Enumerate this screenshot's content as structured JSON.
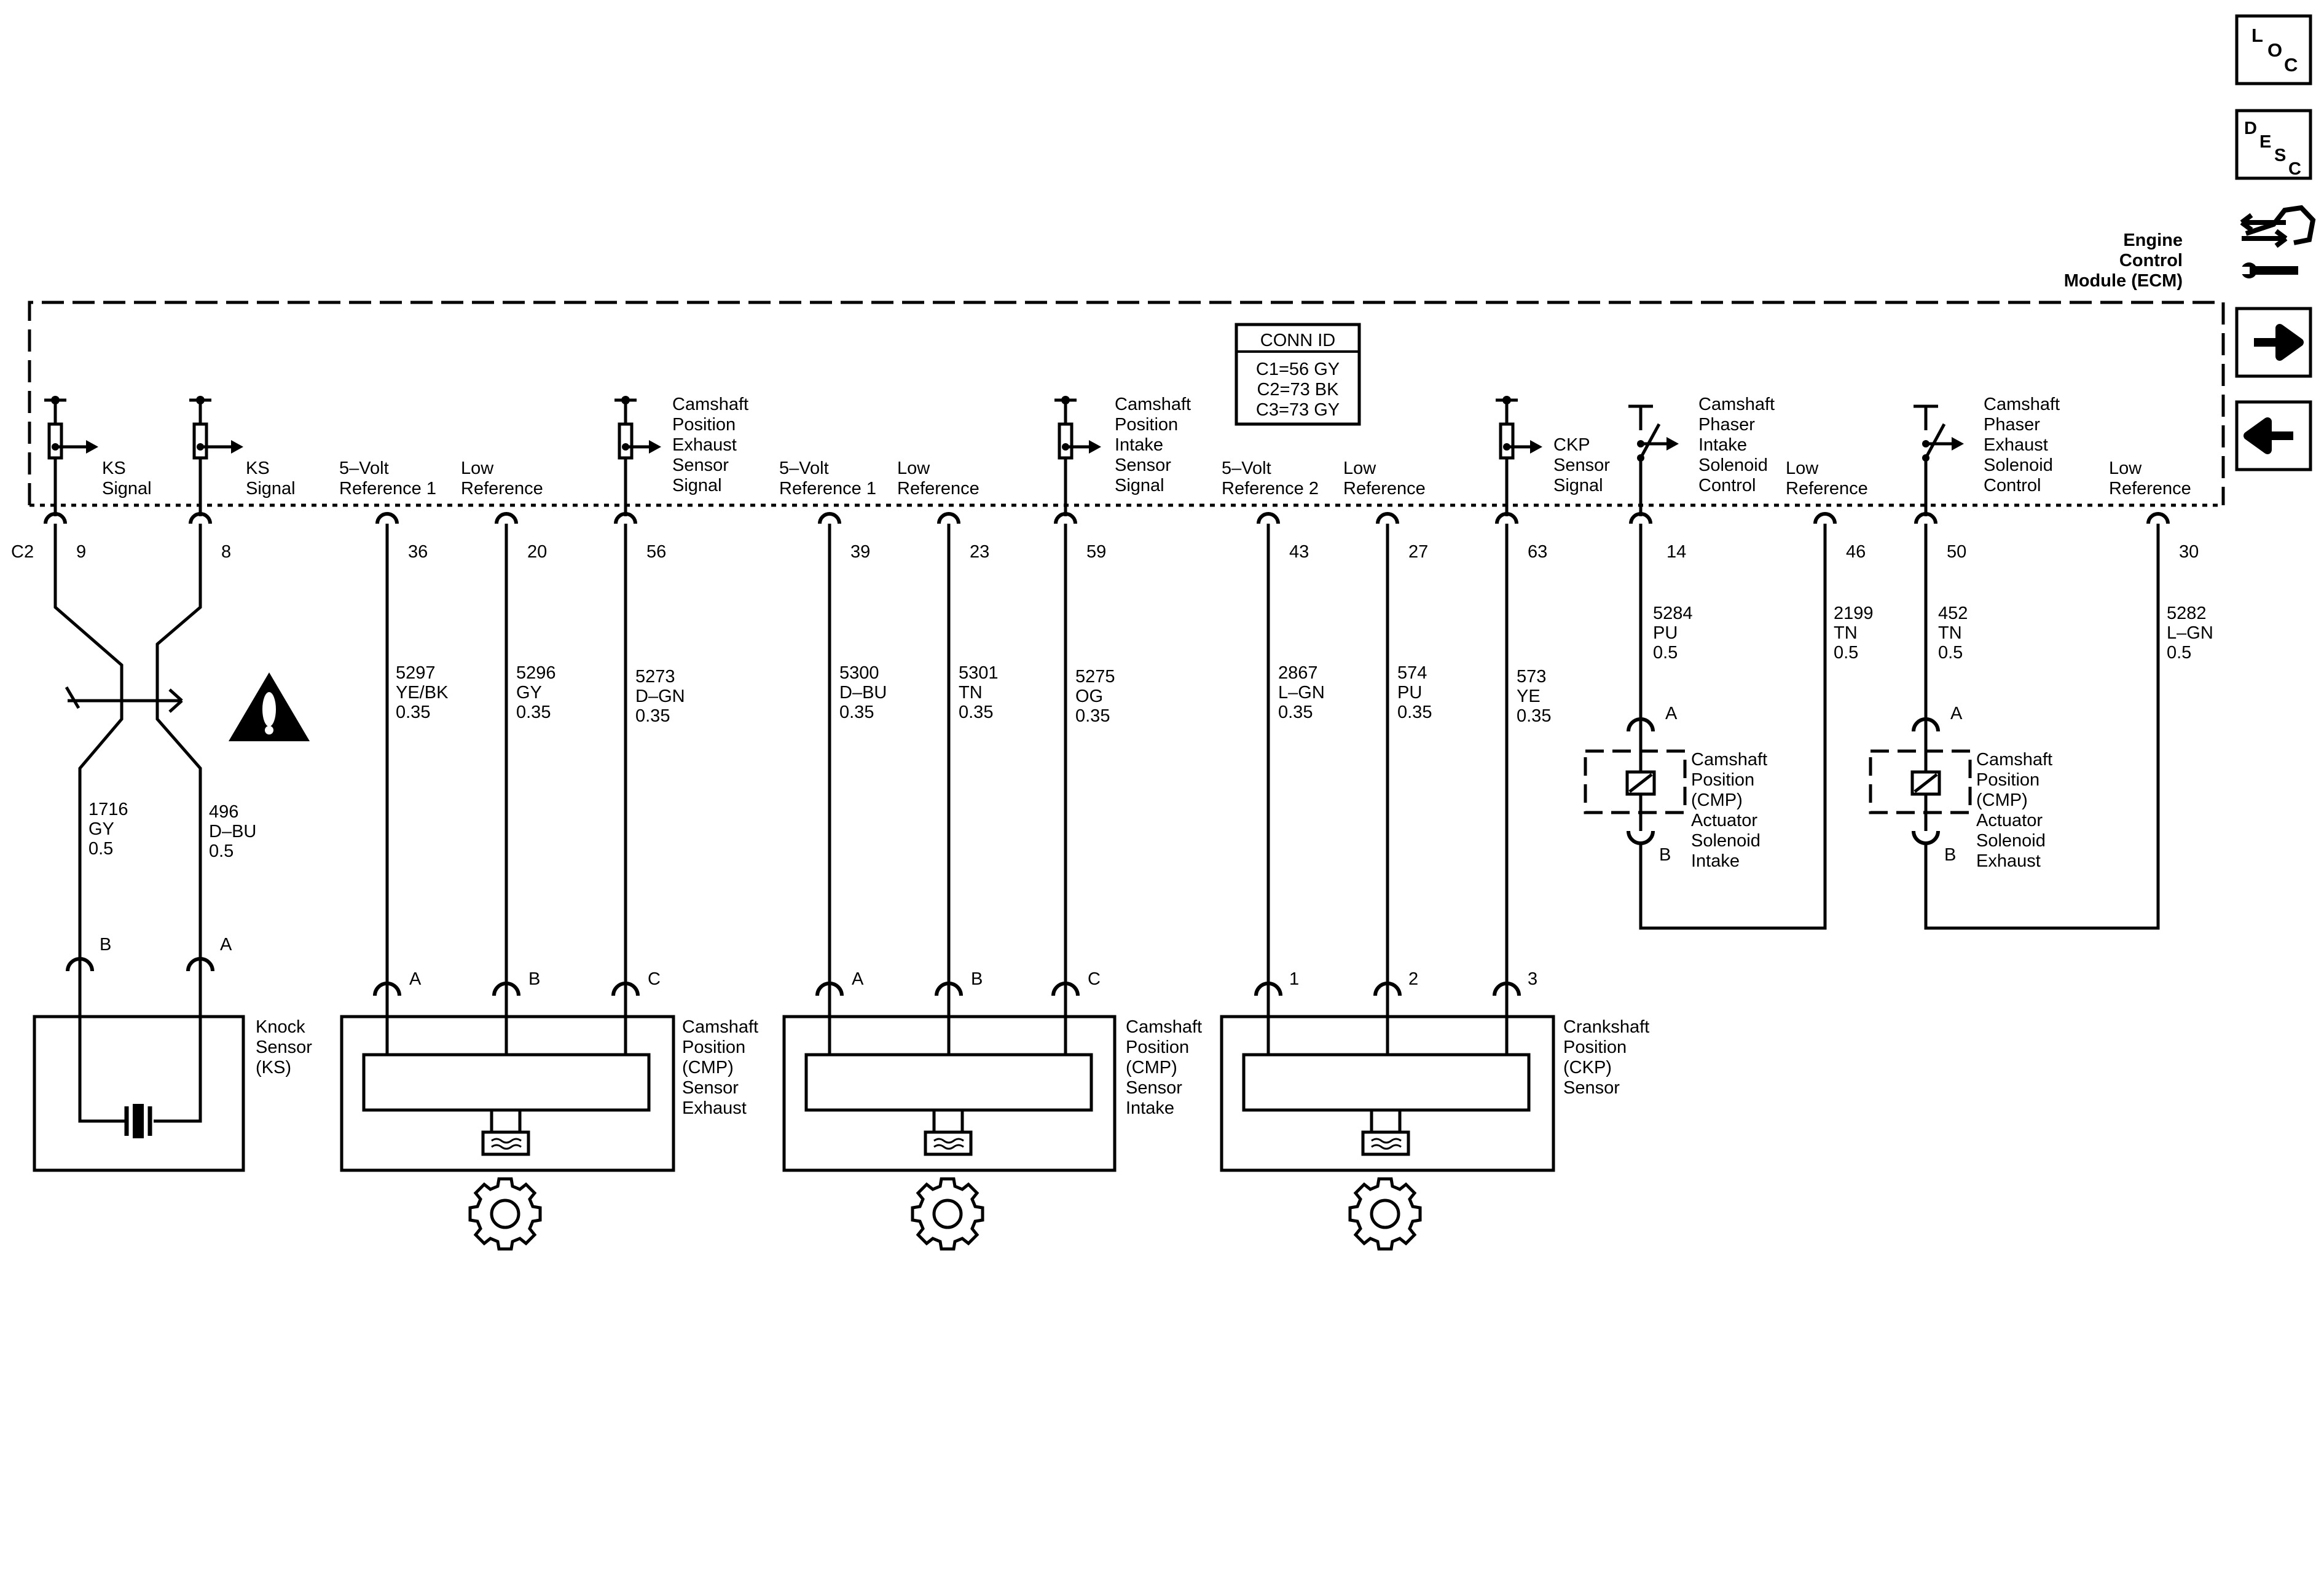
{
  "nav": {
    "loc": {
      "l": "L",
      "o": "O",
      "c": "C"
    },
    "desc": {
      "d": "D",
      "e": "E",
      "s": "S",
      "c": "C"
    }
  },
  "ecm": {
    "line1": "Engine",
    "line2": "Control",
    "line3": "Module (ECM)"
  },
  "conn_id": {
    "title": "CONN ID",
    "c1": "C1=56 GY",
    "c2": "C2=73 BK",
    "c3": "C3=73 GY"
  },
  "connector_label": "C2",
  "module_labels": {
    "ks_signal_a": [
      "KS",
      "Signal"
    ],
    "ks_signal_b": [
      "KS",
      "Signal"
    ],
    "ref1_a": [
      "5–Volt",
      "Reference 1"
    ],
    "low_ref_a": [
      "Low",
      "Reference"
    ],
    "cmp_exhaust_signal": [
      "Camshaft",
      "Position",
      "Exhaust",
      "Sensor",
      "Signal"
    ],
    "ref1_b": [
      "5–Volt",
      "Reference 1"
    ],
    "low_ref_b": [
      "Low",
      "Reference"
    ],
    "cmp_intake_signal": [
      "Camshaft",
      "Position",
      "Intake",
      "Sensor",
      "Signal"
    ],
    "ref2": [
      "5–Volt",
      "Reference 2"
    ],
    "low_ref_c": [
      "Low",
      "Reference"
    ],
    "ckp_signal": [
      "CKP",
      "Sensor",
      "Signal"
    ],
    "phaser_intake": [
      "Camshaft",
      "Phaser",
      "Intake",
      "Solenoid",
      "Control"
    ],
    "low_ref_d": [
      "Low",
      "Reference"
    ],
    "phaser_exhaust": [
      "Camshaft",
      "Phaser",
      "Exhaust",
      "Solenoid",
      "Control"
    ],
    "low_ref_e": [
      "Low",
      "Reference"
    ]
  },
  "pins": [
    "9",
    "8",
    "36",
    "20",
    "56",
    "39",
    "23",
    "59",
    "43",
    "27",
    "63",
    "14",
    "46",
    "50",
    "30"
  ],
  "wires": {
    "w36": [
      "5297",
      "YE/BK",
      "0.35"
    ],
    "w20": [
      "5296",
      "GY",
      "0.35"
    ],
    "w56": [
      "5273",
      "D–GN",
      "0.35"
    ],
    "w39": [
      "5300",
      "D–BU",
      "0.35"
    ],
    "w23": [
      "5301",
      "TN",
      "0.35"
    ],
    "w59": [
      "5275",
      "OG",
      "0.35"
    ],
    "w43": [
      "2867",
      "L–GN",
      "0.35"
    ],
    "w27": [
      "574",
      "PU",
      "0.35"
    ],
    "w63": [
      "573",
      "YE",
      "0.35"
    ],
    "w14": [
      "5284",
      "PU",
      "0.5"
    ],
    "w46": [
      "2199",
      "TN",
      "0.5"
    ],
    "w50": [
      "452",
      "TN",
      "0.5"
    ],
    "w30": [
      "5282",
      "L–GN",
      "0.5"
    ],
    "ks_b": [
      "1716",
      "GY",
      "0.5"
    ],
    "ks_a": [
      "496",
      "D–BU",
      "0.5"
    ]
  },
  "terminals": {
    "ks_b": "B",
    "ks_a": "A",
    "cmpx_a": "A",
    "cmpx_b": "B",
    "cmpx_c": "C",
    "cmpi_a": "A",
    "cmpi_b": "B",
    "cmpi_c": "C",
    "ckp_1": "1",
    "ckp_2": "2",
    "ckp_3": "3",
    "soli_a": "A",
    "soli_b": "B",
    "solx_a": "A",
    "solx_b": "B"
  },
  "components": {
    "knock_sensor": [
      "Knock",
      "Sensor",
      "(KS)"
    ],
    "cmp_exhaust": [
      "Camshaft",
      "Position",
      "(CMP)",
      "Sensor",
      "Exhaust"
    ],
    "cmp_intake": [
      "Camshaft",
      "Position",
      "(CMP)",
      "Sensor",
      "Intake"
    ],
    "ckp": [
      "Crankshaft",
      "Position",
      "(CKP)",
      "Sensor"
    ],
    "sol_intake": [
      "Camshaft",
      "Position",
      "(CMP)",
      "Actuator",
      "Solenoid",
      "Intake"
    ],
    "sol_exhaust": [
      "Camshaft",
      "Position",
      "(CMP)",
      "Actuator",
      "Solenoid",
      "Exhaust"
    ]
  },
  "icons": [
    "loc-icon",
    "desc-icon",
    "ecm-connector-icon",
    "next-page-icon",
    "previous-page-icon",
    "warning-icon",
    "gear-icon",
    "twisted-pair-icon",
    "piezo-element-icon",
    "resistor-icon",
    "switch-icon",
    "solenoid-icon",
    "magnetic-pickup-icon"
  ]
}
